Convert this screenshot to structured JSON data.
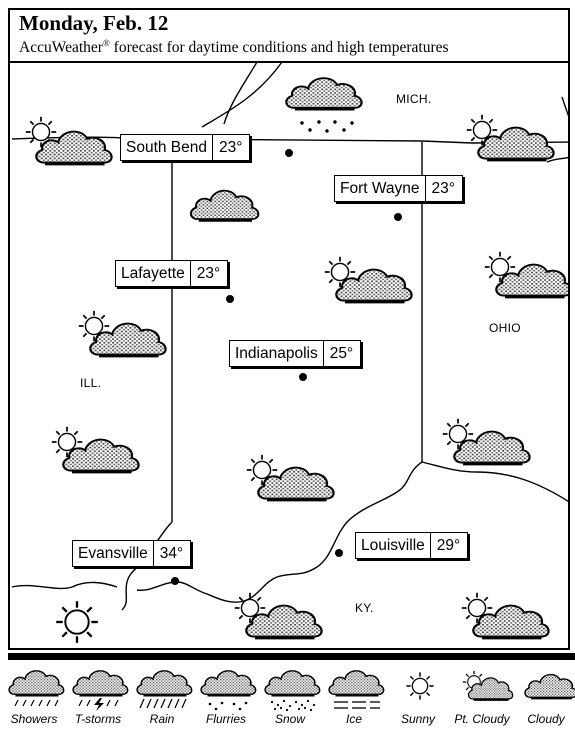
{
  "header": {
    "title": "Monday, Feb. 12",
    "subtitle": "AccuWeather",
    "subtitle_mark": "®",
    "subtitle_rest": " forecast for daytime conditions and high temperatures"
  },
  "cities": [
    {
      "id": "south-bend",
      "name": "South Bend",
      "temp": "23°"
    },
    {
      "id": "fort-wayne",
      "name": "Fort Wayne",
      "temp": "23°"
    },
    {
      "id": "lafayette",
      "name": "Lafayette",
      "temp": "23°"
    },
    {
      "id": "indianapolis",
      "name": "Indianapolis",
      "temp": "25°"
    },
    {
      "id": "evansville",
      "name": "Evansville",
      "temp": "34°"
    },
    {
      "id": "louisville",
      "name": "Louisville",
      "temp": "29°"
    }
  ],
  "states": {
    "mich": "MICH.",
    "ohio": "OHIO",
    "ill": "ILL.",
    "ky": "KY."
  },
  "map_icons": [
    {
      "condition": "partly-cloudy",
      "location": "west-of-south-bend"
    },
    {
      "condition": "flurries",
      "location": "southern-michigan"
    },
    {
      "condition": "partly-cloudy",
      "location": "northwest-ohio"
    },
    {
      "condition": "cloudy",
      "location": "north-central-indiana"
    },
    {
      "condition": "partly-cloudy",
      "location": "east-central-indiana"
    },
    {
      "condition": "partly-cloudy",
      "location": "western-ohio"
    },
    {
      "condition": "partly-cloudy",
      "location": "eastern-illinois"
    },
    {
      "condition": "partly-cloudy",
      "location": "southern-illinois"
    },
    {
      "condition": "partly-cloudy",
      "location": "south-central-indiana"
    },
    {
      "condition": "partly-cloudy",
      "location": "southeast-indiana"
    },
    {
      "condition": "sunny",
      "location": "southern-illinois-corner"
    },
    {
      "condition": "partly-cloudy",
      "location": "northern-kentucky"
    },
    {
      "condition": "partly-cloudy",
      "location": "eastern-kentucky"
    }
  ],
  "legend": [
    {
      "key": "showers",
      "label": "Showers"
    },
    {
      "key": "tstorms",
      "label": "T-storms"
    },
    {
      "key": "rain",
      "label": "Rain"
    },
    {
      "key": "flurries",
      "label": "Flurries"
    },
    {
      "key": "snow",
      "label": "Snow"
    },
    {
      "key": "ice",
      "label": "Ice"
    },
    {
      "key": "sunny",
      "label": "Sunny"
    },
    {
      "key": "ptcloudy",
      "label": "Pt. Cloudy"
    },
    {
      "key": "cloudy",
      "label": "Cloudy"
    }
  ]
}
